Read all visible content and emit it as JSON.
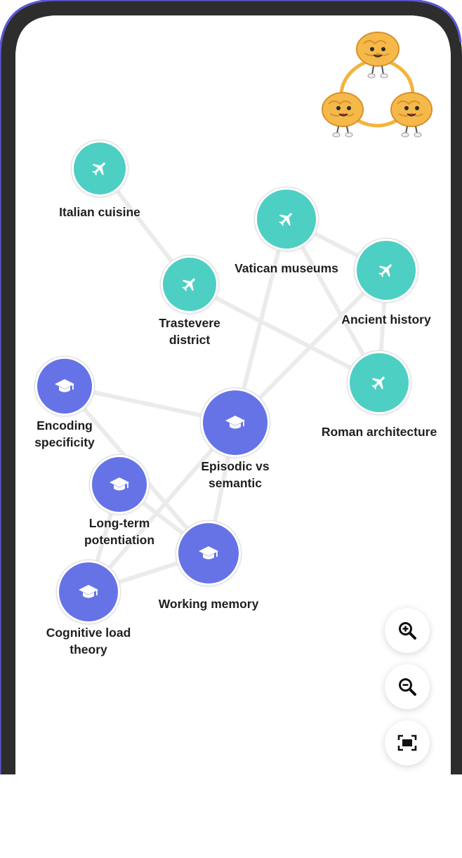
{
  "colors": {
    "travel": "#4ecfc3",
    "learning": "#6673e6",
    "edge": "#ebebeb",
    "frame": "#2d2d2d",
    "frame_accent": "#5a5ad6"
  },
  "nodes": [
    {
      "id": "italian-cuisine",
      "label_lines": [
        "Italian cuisine"
      ],
      "group": "travel",
      "icon": "airplane-icon"
    },
    {
      "id": "vatican-museums",
      "label_lines": [
        "Vatican museums"
      ],
      "group": "travel",
      "icon": "airplane-icon"
    },
    {
      "id": "trastevere-district",
      "label_lines": [
        "Trastevere",
        "district"
      ],
      "group": "travel",
      "icon": "airplane-icon"
    },
    {
      "id": "ancient-history",
      "label_lines": [
        "Ancient history"
      ],
      "group": "travel",
      "icon": "airplane-icon"
    },
    {
      "id": "roman-architecture",
      "label_lines": [
        "Roman architecture"
      ],
      "group": "travel",
      "icon": "airplane-icon"
    },
    {
      "id": "encoding-specificity",
      "label_lines": [
        "Encoding",
        "specificity"
      ],
      "group": "learning",
      "icon": "graduation-cap-icon"
    },
    {
      "id": "episodic-vs-semantic",
      "label_lines": [
        "Episodic vs",
        "semantic"
      ],
      "group": "learning",
      "icon": "graduation-cap-icon"
    },
    {
      "id": "long-term-potentiation",
      "label_lines": [
        "Long-term",
        "potentiation"
      ],
      "group": "learning",
      "icon": "graduation-cap-icon"
    },
    {
      "id": "working-memory",
      "label_lines": [
        "Working memory"
      ],
      "group": "learning",
      "icon": "graduation-cap-icon"
    },
    {
      "id": "cognitive-load-theory",
      "label_lines": [
        "Cognitive load",
        "theory"
      ],
      "group": "learning",
      "icon": "graduation-cap-icon"
    }
  ],
  "edges": [
    [
      "italian-cuisine",
      "trastevere-district"
    ],
    [
      "trastevere-district",
      "roman-architecture"
    ],
    [
      "vatican-museums",
      "ancient-history"
    ],
    [
      "vatican-museums",
      "roman-architecture"
    ],
    [
      "vatican-museums",
      "episodic-vs-semantic"
    ],
    [
      "ancient-history",
      "roman-architecture"
    ],
    [
      "ancient-history",
      "episodic-vs-semantic"
    ],
    [
      "encoding-specificity",
      "episodic-vs-semantic"
    ],
    [
      "encoding-specificity",
      "working-memory"
    ],
    [
      "episodic-vs-semantic",
      "working-memory"
    ],
    [
      "episodic-vs-semantic",
      "cognitive-load-theory"
    ],
    [
      "long-term-potentiation",
      "working-memory"
    ],
    [
      "long-term-potentiation",
      "cognitive-load-theory"
    ],
    [
      "working-memory",
      "cognitive-load-theory"
    ]
  ],
  "controls": [
    {
      "id": "zoom-in",
      "icon": "zoom-in-icon"
    },
    {
      "id": "zoom-out",
      "icon": "zoom-out-icon"
    },
    {
      "id": "fit-view",
      "icon": "fit-screen-icon"
    }
  ],
  "mascot": {
    "icon": "brain-mascot-icon"
  }
}
